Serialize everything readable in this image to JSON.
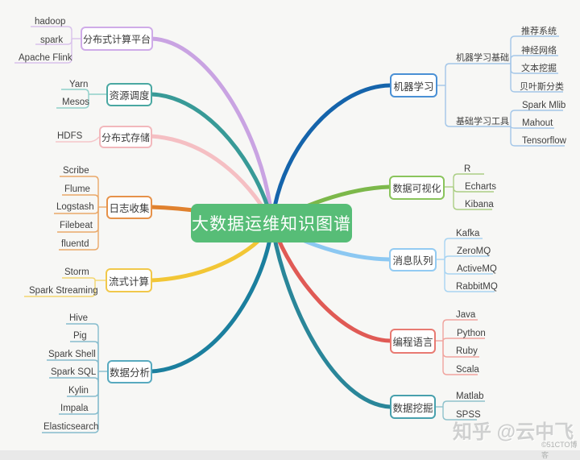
{
  "title": "大数据运维知识图谱",
  "colors": {
    "background": "#f7f7f5",
    "center_fill": "#57bd77",
    "center_text": "#ffffff"
  },
  "watermark": {
    "main": "知乎 @云中飞",
    "corner": "©51CTO博客"
  },
  "branches": {
    "left": [
      {
        "label": "分布式计算平台",
        "color": "#c9a3e2",
        "children": [
          "hadoop",
          "spark",
          "Apache Flink"
        ]
      },
      {
        "label": "资源调度",
        "color": "#389a97",
        "children": [
          "Yarn",
          "Mesos"
        ]
      },
      {
        "label": "分布式存储",
        "color": "#f5bfc3",
        "children": [
          "HDFS"
        ]
      },
      {
        "label": "日志收集",
        "color": "#e0812e",
        "children": [
          "Scribe",
          "Flume",
          "Logstash",
          "Filebeat",
          "fluentd"
        ]
      },
      {
        "label": "流式计算",
        "color": "#f2c635",
        "children": [
          "Storm",
          "Spark Streaming"
        ]
      },
      {
        "label": "数据分析",
        "color": "#1b7f9e",
        "children": [
          "Hive",
          "Pig",
          "Spark Shell",
          "Spark SQL",
          "Kylin",
          "Impala",
          "Elasticsearch"
        ]
      }
    ],
    "right": [
      {
        "label": "机器学习",
        "color": "#1564ab",
        "children": [
          {
            "label": "机器学习基础",
            "children": [
              "推荐系统",
              "神经网络",
              "文本挖掘",
              "贝叶斯分类"
            ]
          },
          {
            "label": "基础学习工具",
            "children": [
              "Spark Mlib",
              "Mahout",
              "Tensorflow"
            ]
          }
        ]
      },
      {
        "label": "数据可视化",
        "color": "#7cb84a",
        "children": [
          "R",
          "Echarts",
          "Kibana"
        ]
      },
      {
        "label": "消息队列",
        "color": "#8cc8f2",
        "children": [
          "Kafka",
          "ZeroMQ",
          "ActiveMQ",
          "RabbitMQ"
        ]
      },
      {
        "label": "编程语言",
        "color": "#e05a55",
        "children": [
          "Java",
          "Python",
          "Ruby",
          "Scala"
        ]
      },
      {
        "label": "数据挖掘",
        "color": "#2a8699",
        "children": [
          "Matlab",
          "SPSS"
        ]
      }
    ]
  }
}
